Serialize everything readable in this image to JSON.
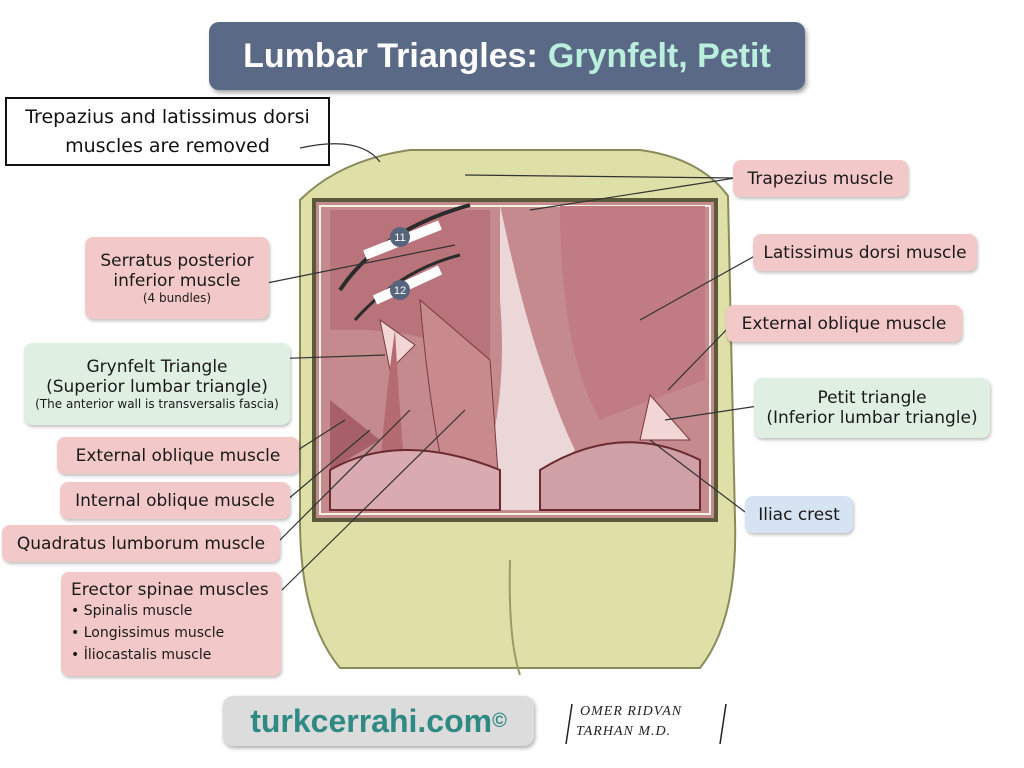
{
  "title": {
    "main": "Lumbar Triangles:",
    "highlight": "Grynfelt, Petit"
  },
  "note": {
    "line1": "Trepazius and  latissimus dorsi",
    "line2": "muscles are removed"
  },
  "labels": {
    "trapezius": "Trapezius muscle",
    "latissimus": "Latissimus dorsi muscle",
    "ext_oblique_right": "External oblique muscle",
    "petit_1": "Petit triangle",
    "petit_2": "(Inferior lumbar triangle)",
    "iliac_crest": "Iliac crest",
    "serratus_1": "Serratus posterior",
    "serratus_2": "inferior muscle",
    "serratus_3": "(4 bundles)",
    "grynfelt_1": "Grynfelt Triangle",
    "grynfelt_2": "(Superior lumbar triangle)",
    "grynfelt_3": "(The anterior wall is transversalis fascia)",
    "ext_oblique_left": "External oblique muscle",
    "int_oblique": "Internal oblique muscle",
    "quadratus": "Quadratus lumborum muscle",
    "erector_title": "Erector spinae muscles",
    "erector_items": [
      "Spinalis muscle",
      "Longissimus muscle",
      "İliocastalis muscle"
    ]
  },
  "rib_markers": [
    "11",
    "12"
  ],
  "brand": {
    "text": "turkcerrahi.com",
    "mark": "©"
  },
  "signature": {
    "line1": "OMER  RIDVAN",
    "line2": "TARHAN  M.D."
  },
  "colors": {
    "title_bg": "#5a6a86",
    "title_highlight": "#b9efdc",
    "pink_label": "#f3c8c8",
    "green_label": "#dff0e3",
    "blue_label": "#d6e3f3",
    "skin": "#dfe0a8",
    "muscle": "#c98a8e"
  }
}
